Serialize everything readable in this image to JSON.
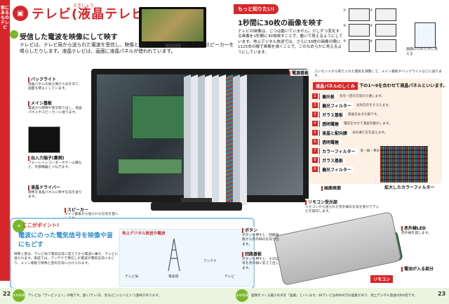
{
  "sidetab": "家にあるもの テレビ",
  "title": "テレビ(液晶テレビ)",
  "ruby": "えきしょう",
  "subtitle": "受信した電波を映像にして映す",
  "body": "テレビは、テレビ局から送られた電波を受信し、映像と音にもどして画面に映したり、スピーカーを鳴らしたりします。液晶テレビは、画面に液晶パネルが使われています。",
  "more": {
    "head": "もっと知りたい!",
    "title": "1秒間に30枚の画像を映す",
    "text": "テレビの映像は、じつは動いていません。少しずつ変化する画像を1秒間に30枚映すことで、動いて見えるようにしています。地上デジタル放送では、さらに30枚の画像の間に1125本の線で画像を描くことで、このなめらかに見えるようにしています。",
    "frame_labels": [
      "①",
      "②",
      "③",
      "④",
      "⑤",
      "⑥"
    ],
    "note": "画面のなめらかに見える"
  },
  "labels": {
    "backlight": "バックライト",
    "backlight_desc": "液晶パネルの後ろ側から光をあて、画面を明るくしています。",
    "main_board": "メイン基板",
    "main_board_desc": "電波から映像や音を取り出し、液晶パネルやスピーカーに送ります。",
    "io_terminal": "出入力端子(裏側)",
    "io_desc": "ブルーレイレコーダーやゲーム機など、外部機器とつなぎます。",
    "lcd_driver": "液晶ドライバー",
    "lcd_driver_desc": "映像を液晶パネルに映す信号を送ります。",
    "speaker": "スピーカー",
    "speaker_desc": "メイン基板から送られた信号を音にします。",
    "power_board": "電源基板",
    "power_desc": "コンセントから取り入れた電気を調整して、メイン基板やバックライトなどに送ります。",
    "remote_sensor": "リモコン受光部",
    "remote_sensor_desc": "リモコンから送られた赤外線の信号を受けてテレビを操作します。"
  },
  "lcd": {
    "head": "液晶パネルのしくみ",
    "head2": "下の1〜9を合わせて液晶パネルといいます。",
    "items": [
      {
        "num": "1",
        "name": "偏光板",
        "desc": "光を一定の方向だけ通します。"
      },
      {
        "num": "2",
        "name": "偏光フィルター",
        "desc": "光の向きをそろえます。"
      },
      {
        "num": "3",
        "name": "ガラス基板",
        "desc": "液晶をはさむ板です。"
      },
      {
        "num": "4",
        "name": "透明電極",
        "desc": "電圧をかけて液晶を動かします。"
      },
      {
        "num": "5",
        "name": "液晶と配向膜",
        "desc": "光の通り方を変えます。"
      },
      {
        "num": "6",
        "name": "透明電極",
        "desc": ""
      },
      {
        "num": "7",
        "name": "カラーフィルター",
        "desc": "赤・緑・青の色を付けます。"
      },
      {
        "num": "8",
        "name": "ガラス基板",
        "desc": ""
      },
      {
        "num": "9",
        "name": "偏光フィルター",
        "desc": ""
      }
    ],
    "screen_surface": "画面表面",
    "color_filter_label": "拡大したカラーフィルター"
  },
  "point": {
    "head": "ここがポイント!",
    "title": "電波にのった電気信号を映像や音にもどす",
    "text": "映像と音は、テレビ局で電気信号に変えてから電波に乗せ、テレビに送られます。家庭では、アンテナで受信した電波が電気信号にもどり、メイン基板で映像と音の信号に分けられます。",
    "bc_head": "地上デジタル放送の電波",
    "bc_items": [
      "テレビ局",
      "電波塔",
      "アンテナ",
      "テレビ"
    ]
  },
  "remote": {
    "button": "ボタン",
    "button_desc": "ボタンを押すと、回路基板から赤外線の信号が出ます。",
    "circuit": "回路基板",
    "circuit_desc": "ボタンを押すと、その信号を赤外線に変えて出します。",
    "led": "赤外線LED",
    "led_desc": "赤外線を発します。",
    "battery": "電池が入る部分",
    "tag": "リモコン"
  },
  "footer": {
    "left_member": "まめ知識",
    "left_text": "テレビは「テレビジョン」の略です。遠く(テレ)を、見る(ビジョン)という意味があります。",
    "right_member": "まめ知識",
    "right_text": "画像をつくる最小の点を「画素」といいます。4Kテレビは約800万の画素があり、地上デジタル放送の約4倍です。",
    "page_left": "22",
    "page_right": "23"
  },
  "colors": {
    "accent": "#d7262a",
    "green": "#7ab829",
    "blue": "#2e8fd3"
  }
}
